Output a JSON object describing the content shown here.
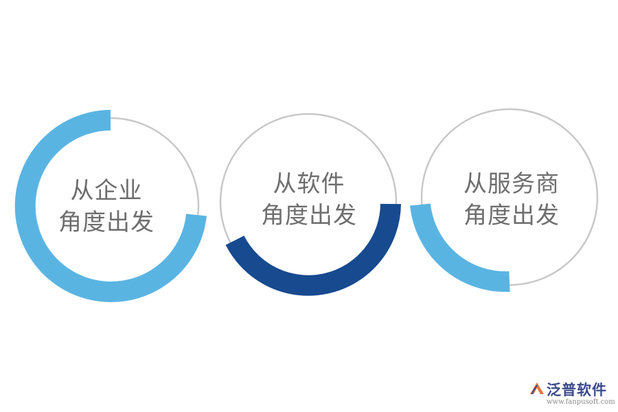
{
  "nodes": [
    {
      "line1": "从企业",
      "line2": "角度出发"
    },
    {
      "line1": "从软件",
      "line2": "角度出发"
    },
    {
      "line1": "从服务商",
      "line2": "角度出发"
    }
  ],
  "logo": {
    "name": "泛普软件",
    "url": "www.fanpusoft.com"
  },
  "colors": {
    "light_blue": "#5ab4e2",
    "dark_blue": "#174a8f",
    "ring_gray": "#c8c8c8",
    "text_gray": "#6e6e6e"
  }
}
